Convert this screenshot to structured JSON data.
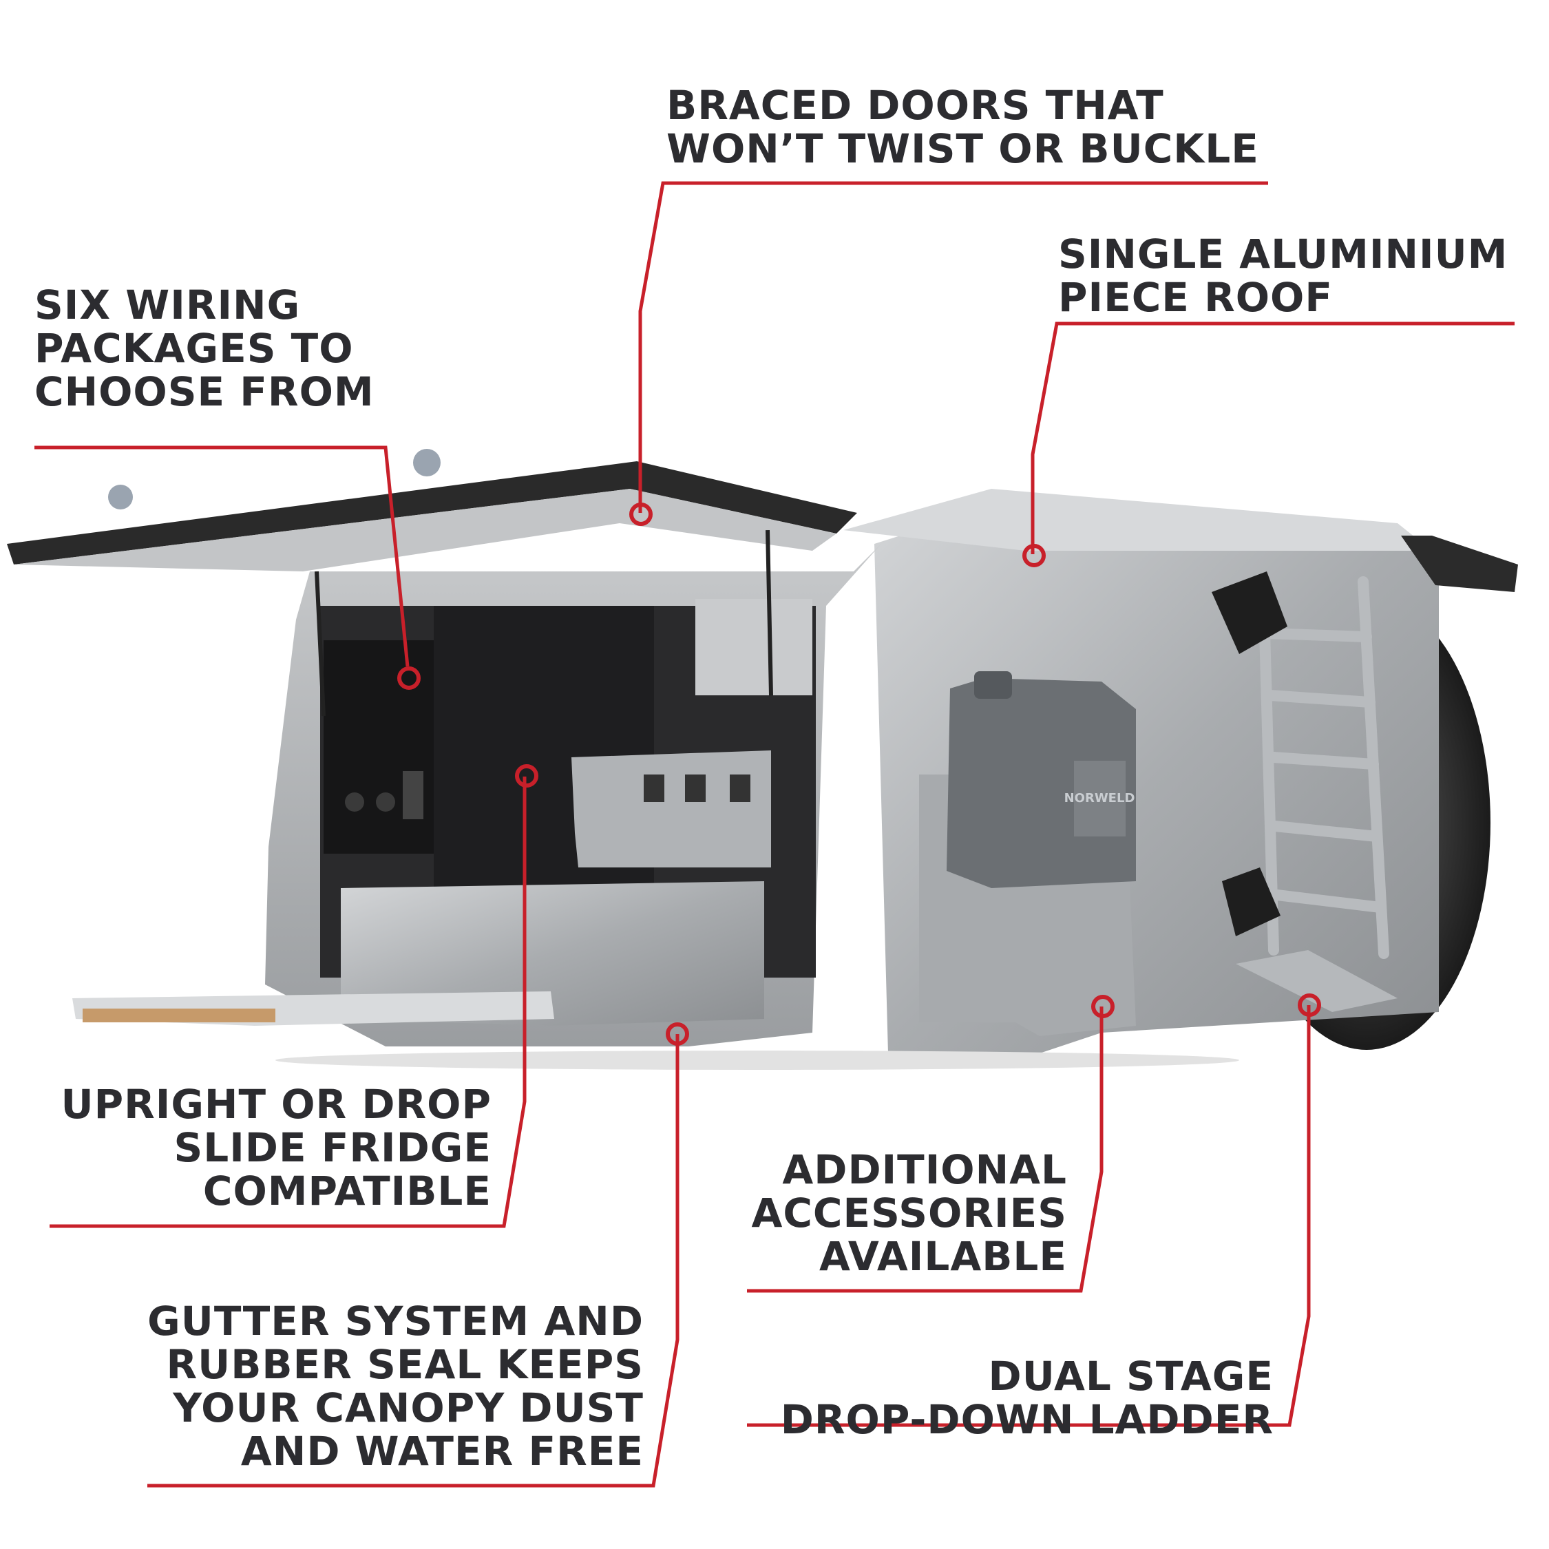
{
  "colors": {
    "callout_line": "#c8202a",
    "text": "#2c2c30",
    "aluminium": "#b9bcbf",
    "dark_panel": "#2a2a2c",
    "tyre": "#232323"
  },
  "icons": [
    "fridge-slide-icon",
    "jerry-can-icon",
    "spare-wheel-icon",
    "ladder-icon"
  ],
  "callouts": {
    "braced_doors": [
      "BRACED DOORS THAT",
      "WON’T TWIST OR BUCKLE"
    ],
    "aluminium_roof": [
      "SINGLE ALUMINIUM",
      "PIECE ROOF"
    ],
    "wiring": [
      "SIX WIRING",
      "PACKAGES TO",
      "CHOOSE FROM"
    ],
    "fridge": [
      "UPRIGHT OR DROP",
      "SLIDE FRIDGE",
      "COMPATIBLE"
    ],
    "accessories": [
      "ADDITIONAL",
      "ACCESSORIES",
      "AVAILABLE"
    ],
    "gutter": [
      "GUTTER SYSTEM AND",
      "RUBBER SEAL KEEPS",
      "YOUR CANOPY DUST",
      "AND WATER FREE"
    ],
    "ladder": [
      "DUAL STAGE",
      "DROP-DOWN LADDER"
    ]
  },
  "jerry_can_brand": "NORWELD"
}
